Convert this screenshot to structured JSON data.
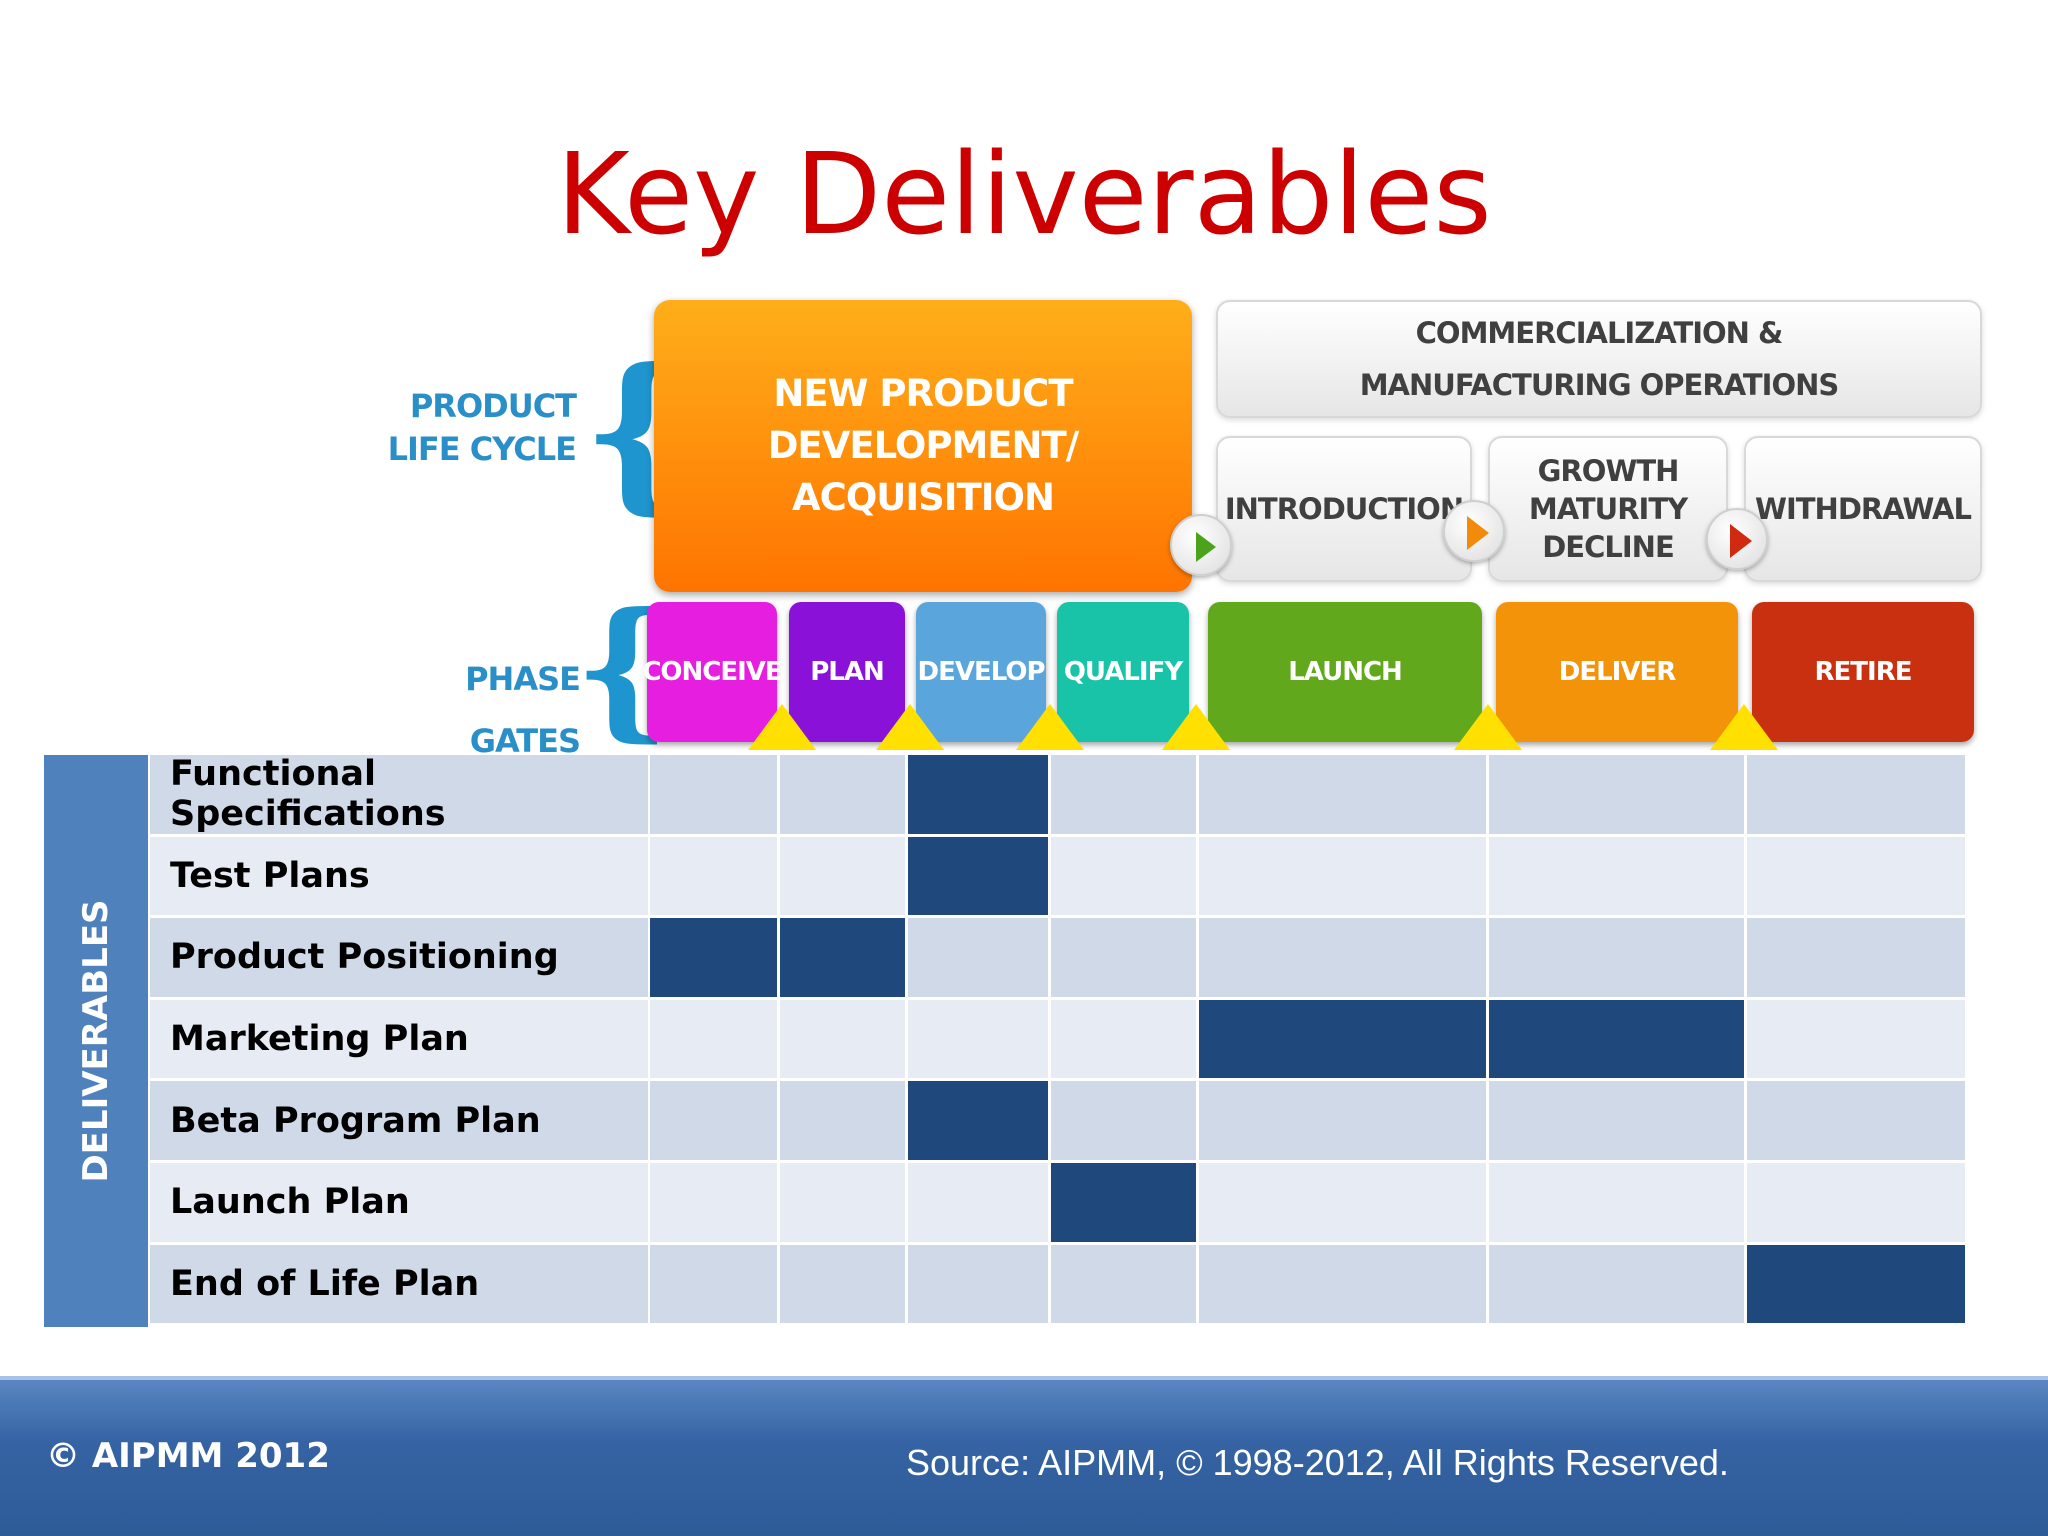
{
  "title": "Key Deliverables",
  "side_labels": {
    "product_life_cycle": [
      "PRODUCT",
      "LIFE CYCLE"
    ],
    "phase_gates": [
      "PHASE",
      "GATES"
    ],
    "deliverables": "DELIVERABLES"
  },
  "stages": {
    "npd": [
      "NEW PRODUCT",
      "DEVELOPMENT/",
      "ACQUISITION"
    ],
    "commercialization": [
      "COMMERCIALIZATION &",
      "MANUFACTURING OPERATIONS"
    ],
    "introduction": "INTRODUCTION",
    "growth": [
      "GROWTH",
      "MATURITY",
      "DECLINE"
    ],
    "withdrawal": "WITHDRAWAL"
  },
  "phases": [
    {
      "label": "CONCEIVE",
      "color": "#e61ee0"
    },
    {
      "label": "PLAN",
      "color": "#8a12d8"
    },
    {
      "label": "DEVELOP",
      "color": "#5aa6dc"
    },
    {
      "label": "QUALIFY",
      "color": "#18c3a8"
    },
    {
      "label": "LAUNCH",
      "color": "#62a81c"
    },
    {
      "label": "DELIVER",
      "color": "#f2930a"
    },
    {
      "label": "RETIRE",
      "color": "#c83010"
    }
  ],
  "colors": {
    "filled": "#1f497d",
    "row_dark": "#cfd9e8",
    "row_light": "#e7ecf4",
    "gate": "#ffe000"
  },
  "deliverables": [
    {
      "label": "Functional Specifications",
      "filled": [
        2
      ]
    },
    {
      "label": "Test Plans",
      "filled": [
        2
      ]
    },
    {
      "label": "Product Positioning",
      "filled": [
        0,
        1
      ]
    },
    {
      "label": "Marketing Plan",
      "filled": [
        4,
        5
      ]
    },
    {
      "label": "Beta Program Plan",
      "filled": [
        2
      ]
    },
    {
      "label": "Launch Plan",
      "filled": [
        3
      ]
    },
    {
      "label": "End of Life Plan",
      "filled": [
        6
      ]
    }
  ],
  "footer": {
    "copyright": "© AIPMM 2012",
    "source": "Source: AIPMM, © 1998-2012, All Rights Reserved."
  }
}
